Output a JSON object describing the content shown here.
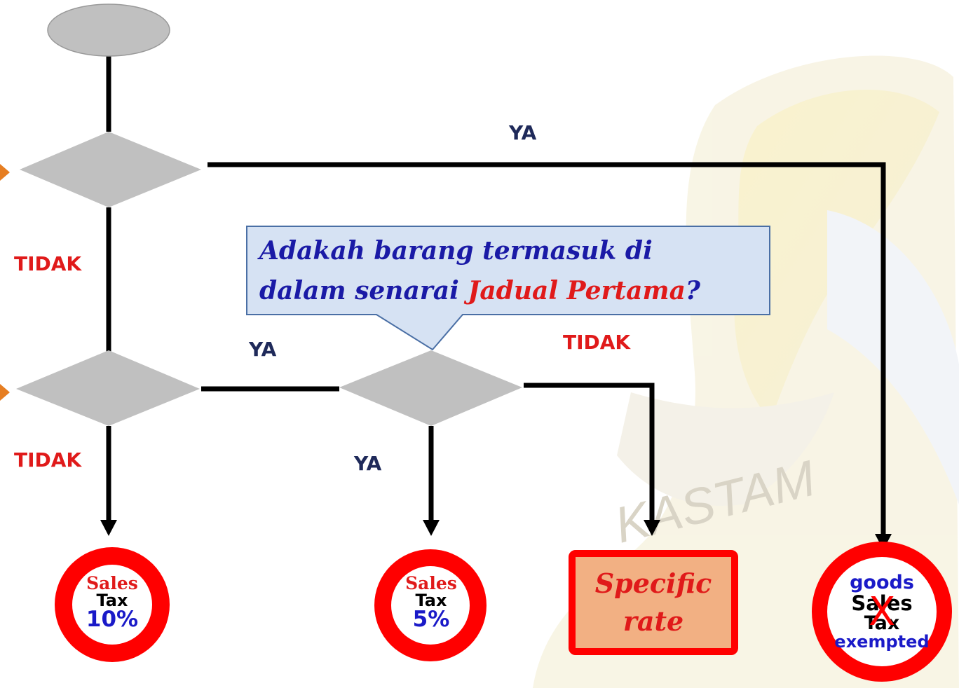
{
  "labels": {
    "ya_top": "YA",
    "tidak_left_1": "TIDAK",
    "ya_mid": "YA",
    "tidak_mid": "TIDAK",
    "tidak_left_2": "TIDAK",
    "ya_bottom": "YA"
  },
  "callout": {
    "line1": "Adakah barang termasuk di",
    "line2_prefix": "dalam senarai ",
    "line2_highlight": "Jadual Pertama",
    "line2_suffix": "?"
  },
  "outcomes": {
    "tax10": {
      "line1": "Sales",
      "line2": "Tax",
      "line3": "10%"
    },
    "tax5": {
      "line1": "Sales",
      "line2": "Tax",
      "line3": "5%"
    },
    "specific": {
      "line1": "Specific",
      "line2": "rate"
    },
    "exempted": {
      "line1": "goods",
      "line2": "Sales",
      "line3": "Tax",
      "line4": "exempted",
      "cross": "X"
    }
  },
  "watermark": {
    "text": "KASTAM"
  },
  "colors": {
    "yes_label": "#1f2a5a",
    "no_label": "#e01a1a",
    "shape_gray": "#c0c0c0",
    "badge_red": "#ff0000",
    "callout_fill": "#d6e2f3",
    "callout_border": "#4a6fa5",
    "arrow_orange": "#e67e22"
  }
}
